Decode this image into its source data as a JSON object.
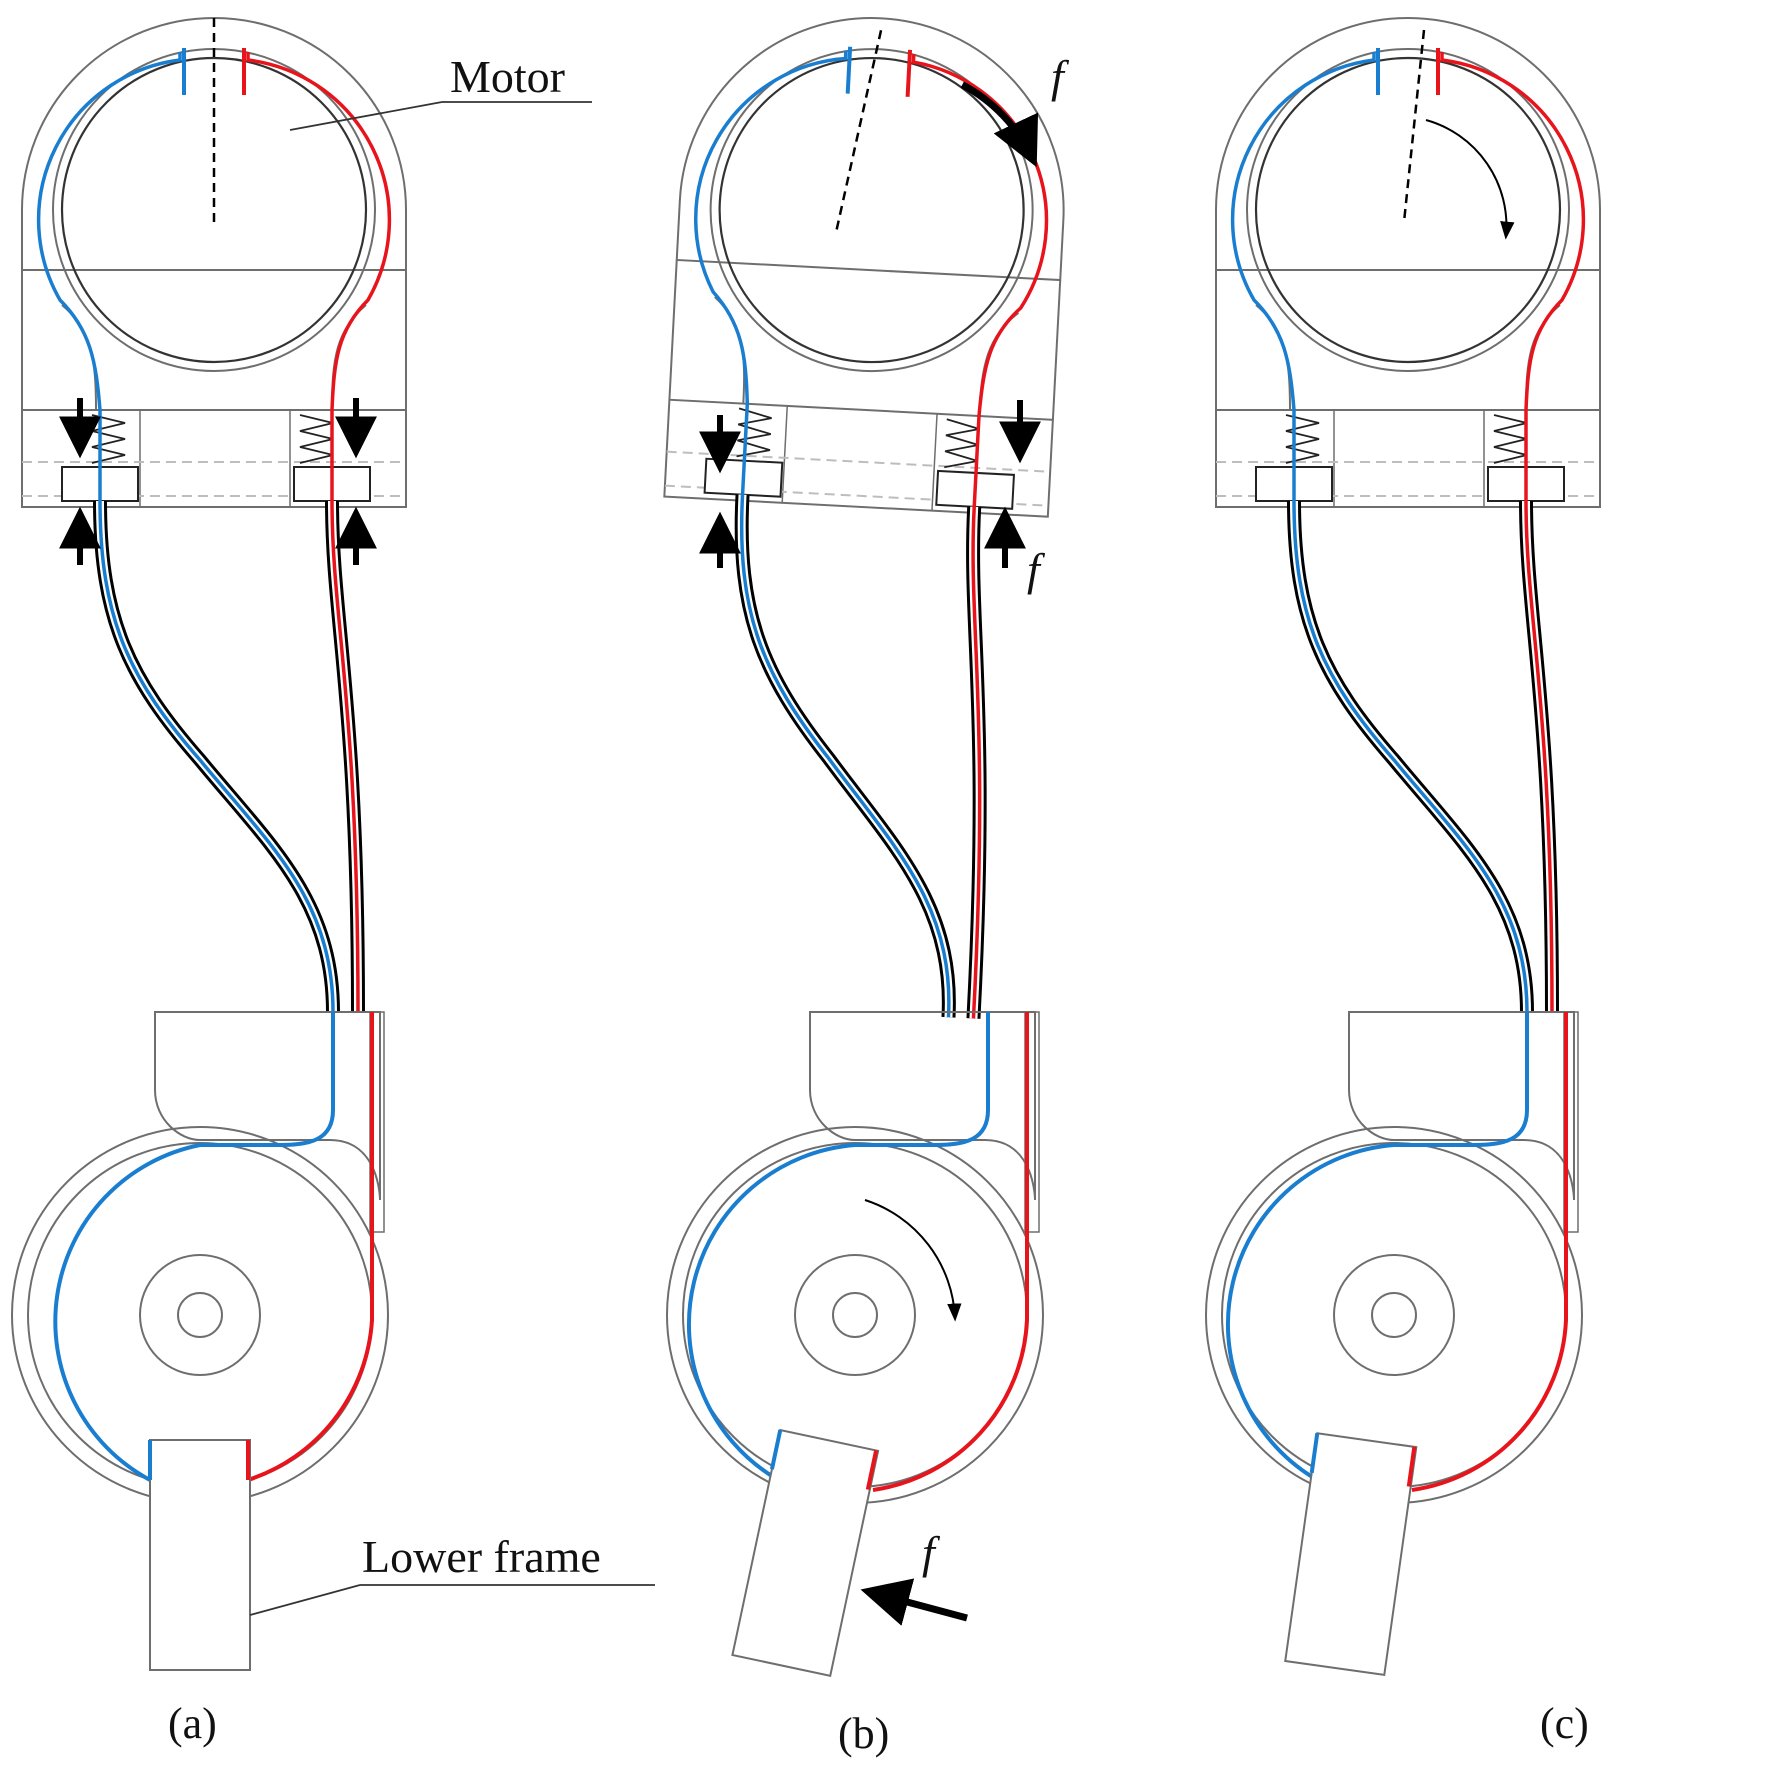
{
  "labels": {
    "motor": "Motor",
    "lower_frame": "Lower frame",
    "force": "f"
  },
  "panels": [
    {
      "id": "a",
      "caption": "(a)"
    },
    {
      "id": "b",
      "caption": "(b)"
    },
    {
      "id": "c",
      "caption": "(c)"
    }
  ],
  "colors": {
    "outline": "#6e6e6e",
    "blue_cable": "#1a7ed0",
    "red_cable": "#e8141c",
    "sheath": "#000000",
    "dashed_guide": "#bdbdbd"
  }
}
